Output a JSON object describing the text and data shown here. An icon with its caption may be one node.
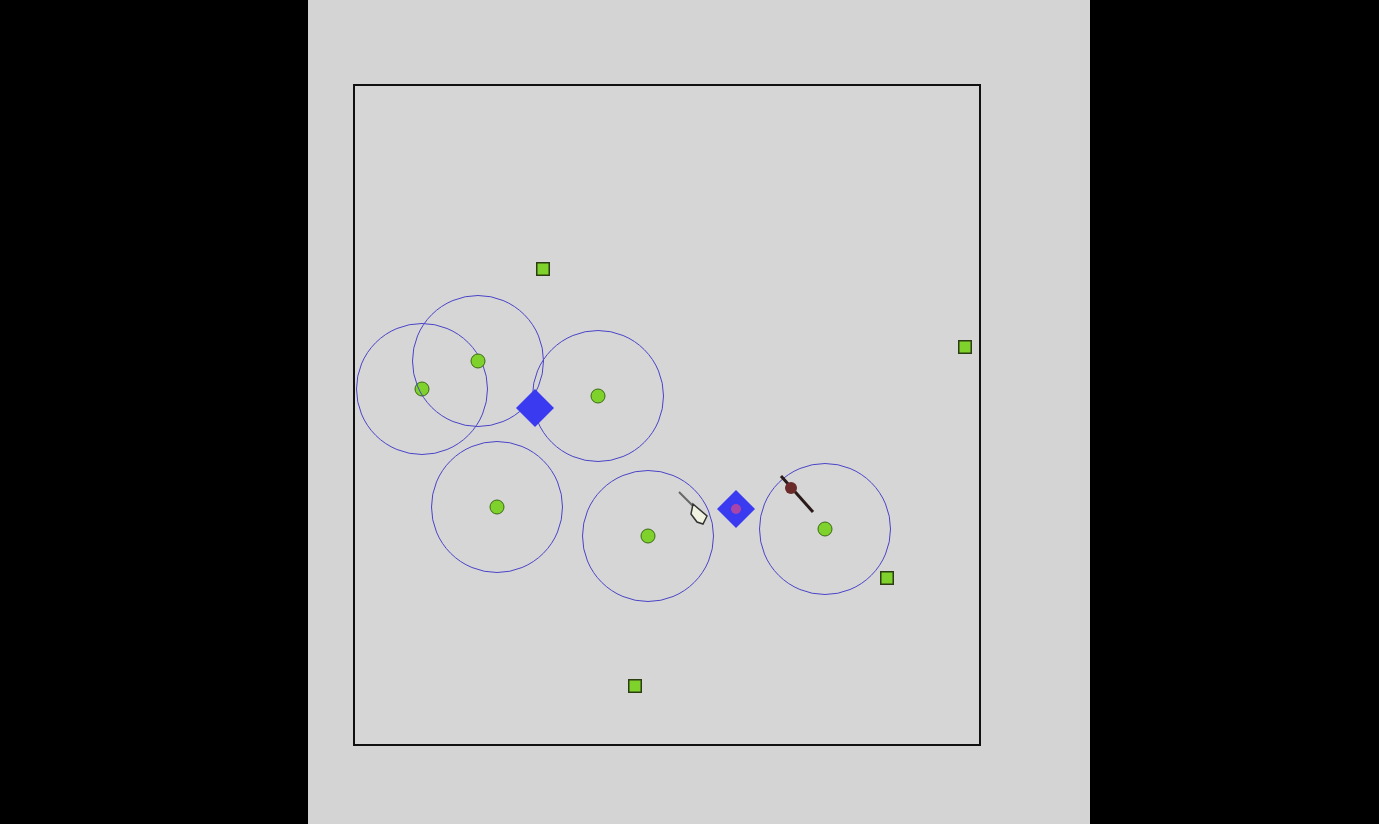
{
  "diagram": {
    "nodes": [
      {
        "text": [],
        "shape": "box"
      },
      {
        "text": [],
        "shape": "circle",
        "in": 0
      },
      {
        "text": [],
        "shape": "circle",
        "in": 0
      },
      {
        "text": [],
        "shape": "circle",
        "in": 0
      },
      {
        "text": [],
        "shape": "circle",
        "in": 0
      },
      {
        "text": [],
        "shape": "circle",
        "in": 0
      },
      {
        "text": [],
        "shape": "circle",
        "in": 0
      },
      {
        "text": [],
        "shape": "box",
        "in": 0
      },
      {
        "text": [],
        "shape": "box",
        "in": 0
      },
      {
        "text": [],
        "shape": "box",
        "in": 0
      },
      {
        "text": [],
        "shape": "box",
        "in": 0
      },
      {
        "text": [],
        "shape": "diamond",
        "in": 0
      },
      {
        "text": [],
        "shape": "diamond",
        "in": 0
      }
    ]
  }
}
